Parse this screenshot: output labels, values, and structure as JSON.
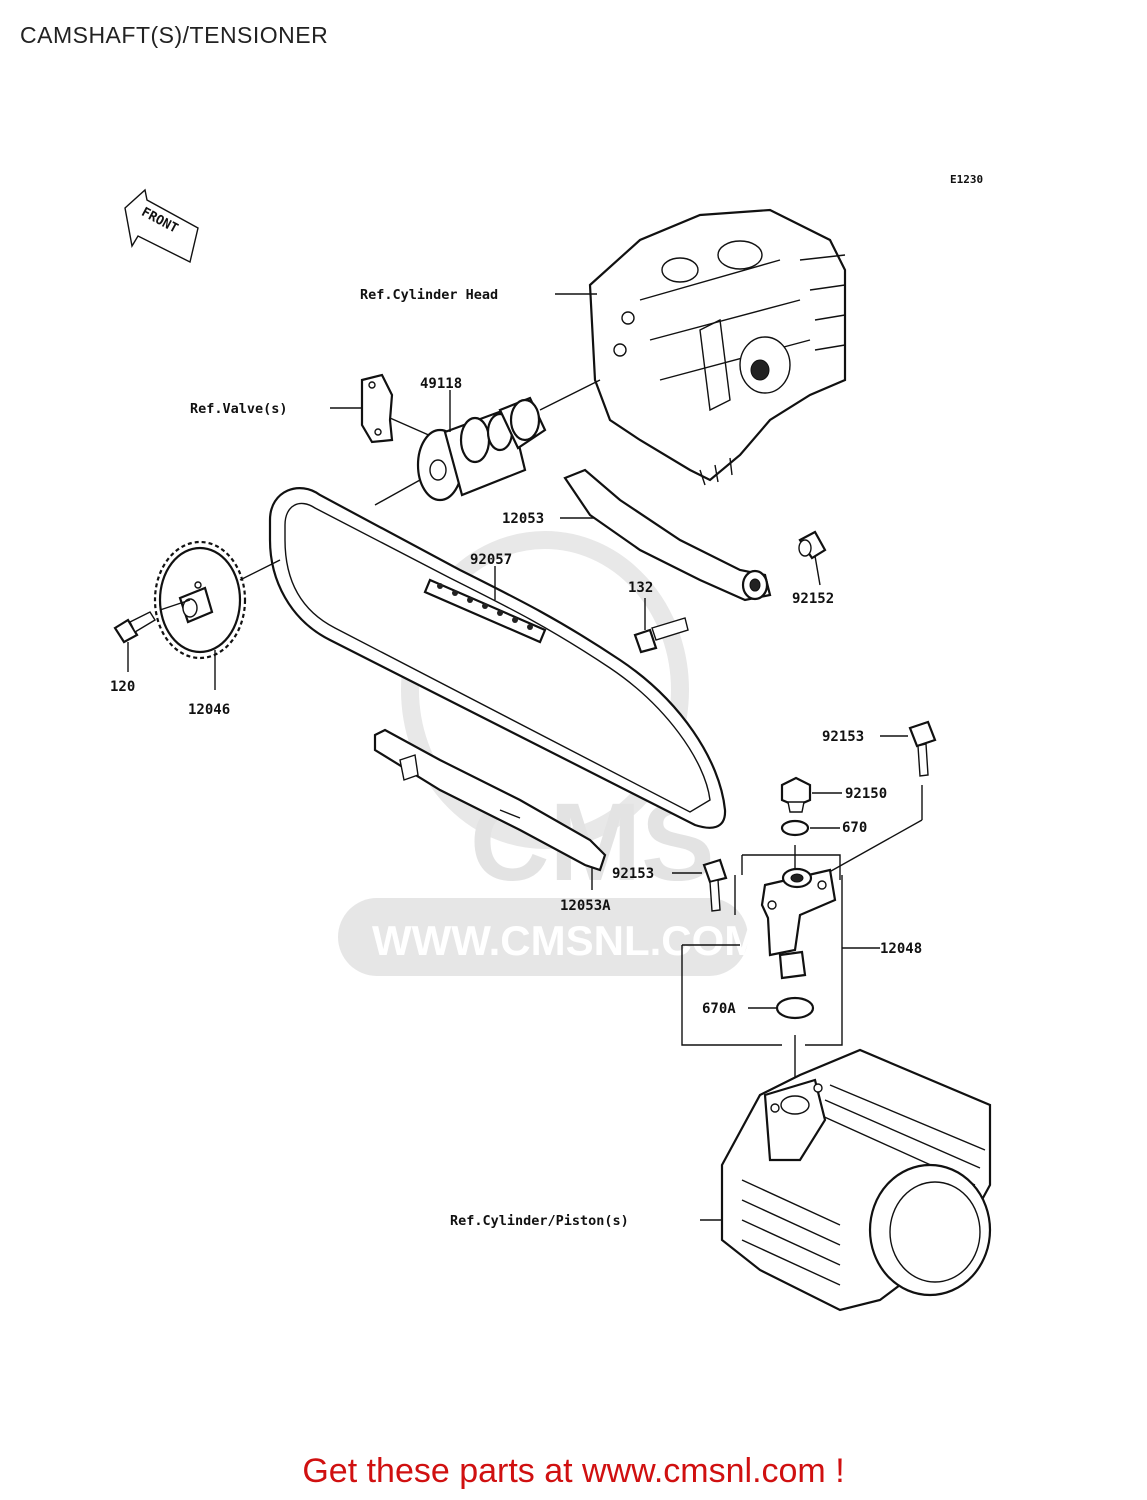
{
  "title": "CAMSHAFT(S)/TENSIONER",
  "diagram_code": "E1230",
  "front_label": "FRONT",
  "watermark": {
    "logo_text": "CMS",
    "url_text": "WWW.CMSNL.COM"
  },
  "reference_labels": {
    "cylinder_head": "Ref.Cylinder Head",
    "valves": "Ref.Valve(s)",
    "cylinder_piston": "Ref.Cylinder/Piston(s)"
  },
  "parts": [
    {
      "number": "49118"
    },
    {
      "number": "12053"
    },
    {
      "number": "92057"
    },
    {
      "number": "132"
    },
    {
      "number": "92152"
    },
    {
      "number": "120"
    },
    {
      "number": "12046"
    },
    {
      "number": "92153"
    },
    {
      "number": "92150"
    },
    {
      "number": "670"
    },
    {
      "number": "92153"
    },
    {
      "number": "12053A"
    },
    {
      "number": "12048"
    },
    {
      "number": "670A"
    }
  ],
  "footer_cta": "Get these parts at www.cmsnl.com !",
  "colors": {
    "cta": "#d01010",
    "watermark": "#e6e6e6"
  }
}
